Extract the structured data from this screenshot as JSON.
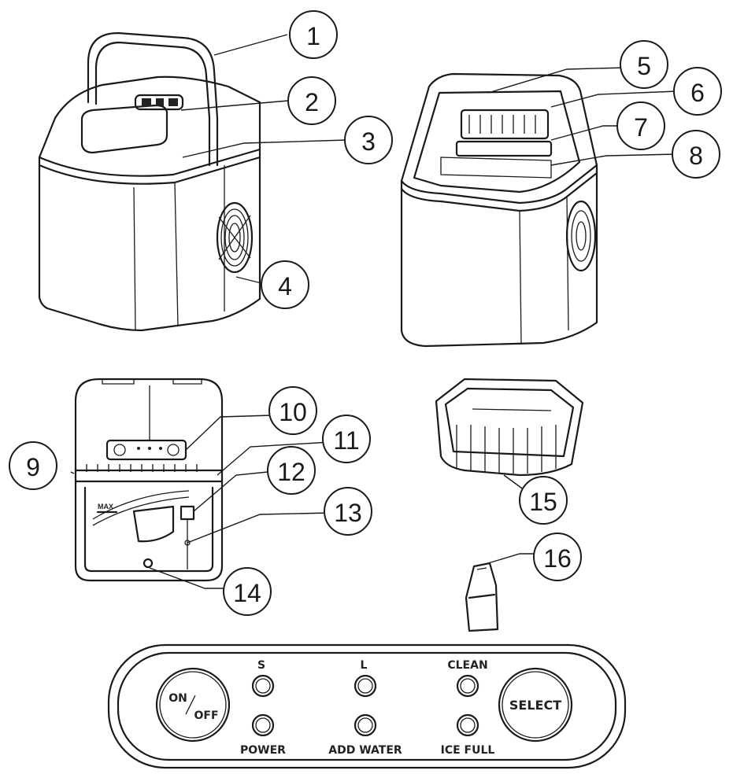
{
  "callouts": [
    "1",
    "2",
    "3",
    "4",
    "5",
    "6",
    "7",
    "8",
    "9",
    "10",
    "11",
    "12",
    "13",
    "14",
    "15",
    "16"
  ],
  "max_label": "MAX",
  "control_panel": {
    "on_off_top": "ON",
    "on_off_bottom": "OFF",
    "select": "SELECT",
    "indicators_top": [
      "S",
      "L",
      "CLEAN"
    ],
    "indicators_bottom": [
      "POWER",
      "ADD WATER",
      "ICE FULL"
    ]
  }
}
